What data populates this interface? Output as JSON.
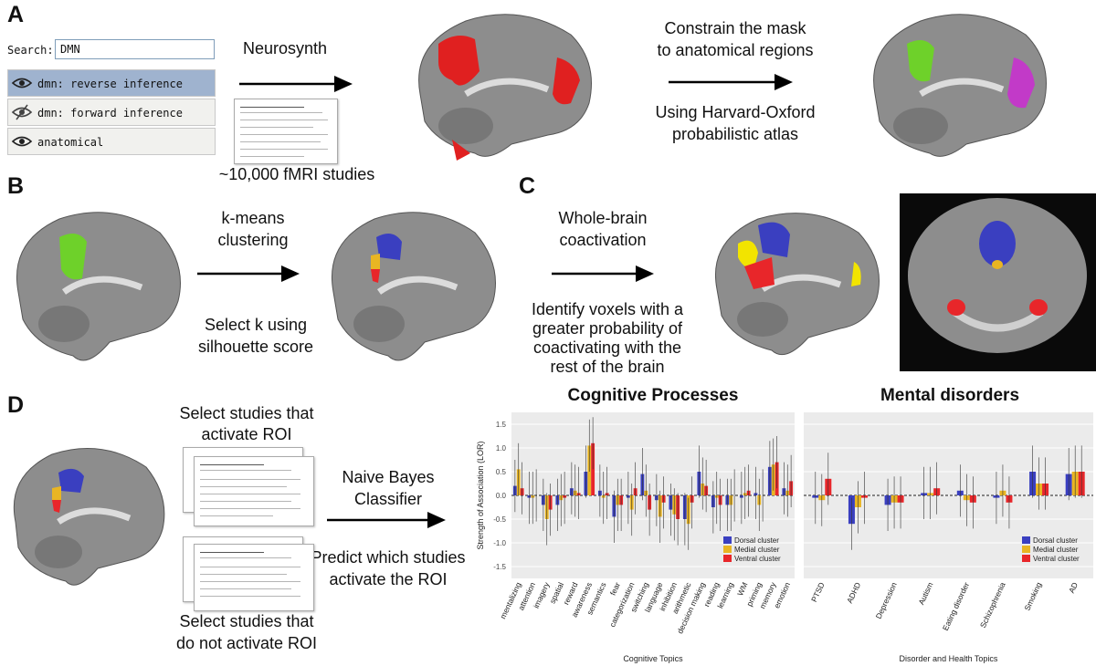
{
  "panels": {
    "a": "A",
    "b": "B",
    "c": "C",
    "d": "D"
  },
  "search": {
    "label": "Search:",
    "value": "DMN",
    "layers": [
      {
        "label": "dmn: reverse inference",
        "selected": true,
        "icon": "eye-icon"
      },
      {
        "label": "dmn: forward inference",
        "selected": false,
        "icon": "eye-slash-icon"
      },
      {
        "label": "anatomical",
        "selected": false,
        "icon": "eye-icon"
      }
    ]
  },
  "panel_a": {
    "neurosynth": "Neurosynth",
    "studies": "~10,000 fMRI studies",
    "constrain_1": "Constrain the mask",
    "constrain_2": "to anatomical regions",
    "using_1": "Using Harvard-Oxford",
    "using_2": "probabilistic atlas"
  },
  "panel_b": {
    "kmeans_1": "k-means",
    "kmeans_2": "clustering",
    "select_1": "Select k using",
    "select_2": "silhouette score"
  },
  "panel_c": {
    "whole_1": "Whole-brain",
    "whole_2": "coactivation",
    "identify_1": "Identify voxels with a",
    "identify_2": "greater probability of",
    "identify_3": "coactivating with the",
    "identify_4": "rest of the brain"
  },
  "panel_d": {
    "select_act_1": "Select studies that",
    "select_act_2": "activate ROI",
    "naive_1": "Naive Bayes",
    "naive_2": "Classifier",
    "predict_1": "Predict which studies",
    "predict_2": "activate the ROI",
    "select_not_1": "Select studies that",
    "select_not_2": "do not activate ROI"
  },
  "colors": {
    "dorsal": "#3a3fc0",
    "medial": "#e9b523",
    "ventral": "#e8262a",
    "green": "#6ed12a",
    "magenta": "#c23ac8",
    "red": "#e02020"
  },
  "chart_data": [
    {
      "type": "bar",
      "title": "Cognitive Processes",
      "xlabel": "Cognitive Topics",
      "ylabel": "Strength of Association (LOR)",
      "ylim": [
        -1.75,
        1.75
      ],
      "yticks": [
        "1.5",
        "1.0",
        "0.5",
        "0.0",
        "-0.5",
        "-1.0",
        "-1.5"
      ],
      "grid": true,
      "legend_position": "bottom-right",
      "categories": [
        "mentalizing",
        "attention",
        "imagery",
        "spatial",
        "reward",
        "awareness",
        "semantics",
        "fear",
        "categorization",
        "switching",
        "language",
        "inhibition",
        "arithmetic",
        "decision making",
        "reading",
        "learning",
        "WM",
        "priming",
        "memory",
        "emotion"
      ],
      "series": [
        {
          "name": "Dorsal cluster",
          "values": [
            0.2,
            -0.05,
            -0.2,
            -0.2,
            0.15,
            0.5,
            0.1,
            -0.45,
            -0.05,
            0.45,
            -0.1,
            -0.3,
            -0.5,
            0.5,
            -0.25,
            -0.2,
            -0.05,
            0.05,
            0.6,
            0.15
          ]
        },
        {
          "name": "Medial cluster",
          "values": [
            0.55,
            -0.05,
            -0.5,
            -0.1,
            0.1,
            1.05,
            -0.05,
            -0.2,
            -0.3,
            0.1,
            -0.45,
            -0.4,
            -0.6,
            0.25,
            -0.05,
            -0.2,
            0.05,
            -0.2,
            0.65,
            0.1
          ]
        },
        {
          "name": "Ventral cluster",
          "values": [
            0.15,
            0.0,
            -0.3,
            -0.05,
            0.05,
            1.1,
            0.05,
            -0.2,
            0.15,
            -0.3,
            -0.15,
            -0.5,
            -0.15,
            0.2,
            -0.2,
            0.0,
            0.1,
            0.0,
            0.7,
            0.3
          ]
        }
      ]
    },
    {
      "type": "bar",
      "title": "Mental disorders",
      "xlabel": "Disorder and Health Topics",
      "ylim": [
        -1.75,
        1.75
      ],
      "grid": true,
      "legend_position": "bottom-right",
      "categories": [
        "PTSD",
        "ADHD",
        "Depression",
        "Autism",
        "Eating disorder",
        "Schizophrenia",
        "Smoking",
        "AD"
      ],
      "series": [
        {
          "name": "Dorsal cluster",
          "values": [
            -0.05,
            -0.6,
            -0.2,
            0.05,
            0.1,
            -0.05,
            0.5,
            0.45
          ]
        },
        {
          "name": "Medial cluster",
          "values": [
            -0.1,
            -0.25,
            -0.15,
            0.05,
            -0.1,
            0.1,
            0.25,
            0.5
          ]
        },
        {
          "name": "Ventral cluster",
          "values": [
            0.35,
            -0.05,
            -0.15,
            0.15,
            -0.15,
            -0.15,
            0.25,
            0.5
          ]
        }
      ]
    }
  ]
}
